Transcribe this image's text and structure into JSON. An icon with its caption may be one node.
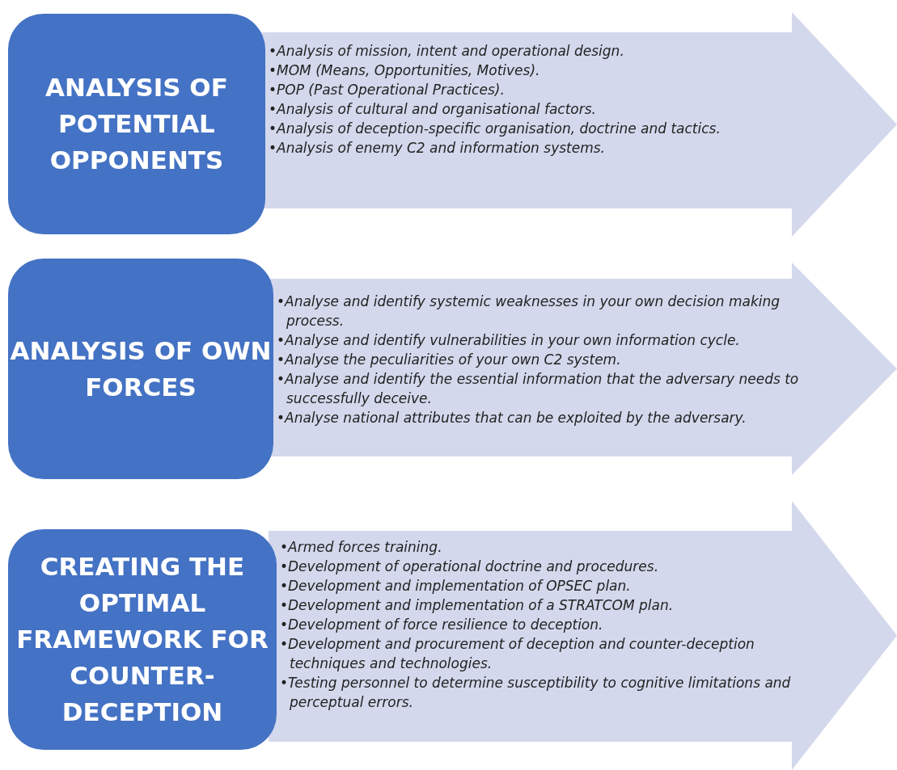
{
  "diagram": {
    "nodes": [
      {
        "text": [
          "ANALYSIS OF POTENTIAL OPPONENTS"
        ]
      },
      {
        "text": [
          "•Analysis of mission, intent and operational design.",
          "•MOM (Means, Opportunities, Motives).",
          "•POP (Past Operational Practices).",
          "•Analysis of cultural and organisational factors.",
          "•Analysis of deception-specific organisation, doctrine and tactics.",
          "•Analysis of enemy C2 and information systems."
        ]
      },
      {
        "text": [
          "ANALYSIS OF OWN FORCES"
        ]
      },
      {
        "text": [
          "•Analyse and identify systemic weaknesses in your own decision making process.",
          "•Analyse and identify vulnerabilities in your own information cycle.",
          "•Analyse the peculiarities of your own C2 system.",
          "•Analyse and identify the essential information that the adversary needs to successfully deceive.",
          "•Analyse national attributes that can be exploited by the adversary."
        ]
      },
      {
        "text": [
          "CREATING THE OPTIMAL FRAMEWORK FOR COUNTER-DECEPTION"
        ]
      },
      {
        "text": [
          "•Armed forces training.",
          "•Development of operational doctrine and procedures.",
          "•Development and implementation of OPSEC plan.",
          "•Development and implementation of a STRATCOM plan.",
          "•Development of force resilience to deception.",
          "•Development and procurement of deception and counter-deception techniques and technologies.",
          "•Testing personnel to determine susceptibility to cognitive limitations and perceptual errors."
        ]
      }
    ]
  }
}
